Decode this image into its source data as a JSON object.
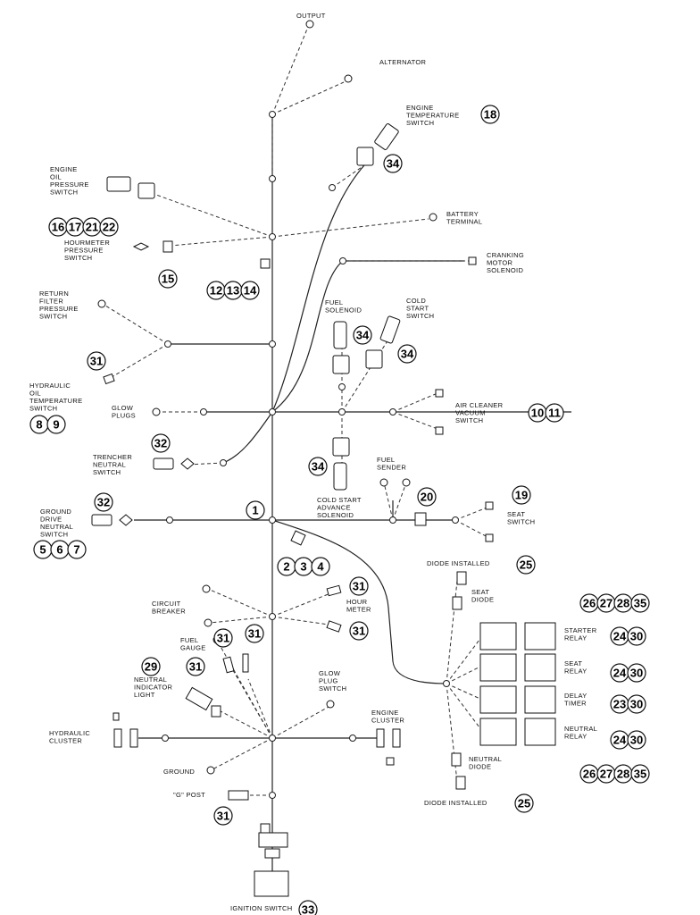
{
  "labels": [
    {
      "id": "output",
      "lines": [
        "OUTPUT"
      ]
    },
    {
      "id": "alternator",
      "lines": [
        "ALTERNATOR"
      ]
    },
    {
      "id": "engine_temp",
      "lines": [
        "ENGINE",
        "TEMPERATURE",
        "SWITCH"
      ]
    },
    {
      "id": "engine_oil",
      "lines": [
        "ENGINE",
        "OIL",
        "PRESSURE",
        "SWITCH"
      ]
    },
    {
      "id": "battery",
      "lines": [
        "BATTERY",
        "TERMINAL"
      ]
    },
    {
      "id": "hourmeter",
      "lines": [
        "HOURMETER",
        "PRESSURE",
        "SWITCH"
      ]
    },
    {
      "id": "cranking",
      "lines": [
        "CRANKING",
        "MOTOR",
        "SOLENOID"
      ]
    },
    {
      "id": "return_filter",
      "lines": [
        "RETURN",
        "FILTER",
        "PRESSURE",
        "SWITCH"
      ]
    },
    {
      "id": "fuel_solenoid",
      "lines": [
        "FUEL",
        "SOLENOID"
      ]
    },
    {
      "id": "cold_start",
      "lines": [
        "COLD",
        "START",
        "SWITCH"
      ]
    },
    {
      "id": "hydraulic_oil",
      "lines": [
        "HYDRAULIC",
        "OIL",
        "TEMPERATURE",
        "SWITCH"
      ]
    },
    {
      "id": "glow_plugs",
      "lines": [
        "GLOW",
        "PLUGS"
      ]
    },
    {
      "id": "air_cleaner",
      "lines": [
        "AIR CLEANER",
        "VACUUM",
        "SWITCH"
      ]
    },
    {
      "id": "trencher",
      "lines": [
        "TRENCHER",
        "NEUTRAL",
        "SWITCH"
      ]
    },
    {
      "id": "fuel_sender",
      "lines": [
        "FUEL",
        "SENDER"
      ]
    },
    {
      "id": "cold_start_adv",
      "lines": [
        "COLD START",
        "ADVANCE",
        "SOLENOID"
      ]
    },
    {
      "id": "ground_drive",
      "lines": [
        "GROUND",
        "DRIVE",
        "NEUTRAL",
        "SWITCH"
      ]
    },
    {
      "id": "seat_switch",
      "lines": [
        "SEAT",
        "SWITCH"
      ]
    },
    {
      "id": "diode_top",
      "lines": [
        "DIODE INSTALLED"
      ]
    },
    {
      "id": "seat_diode",
      "lines": [
        "SEAT",
        "DIODE"
      ]
    },
    {
      "id": "circuit_breaker",
      "lines": [
        "CIRCUIT",
        "BREAKER"
      ]
    },
    {
      "id": "hour_meter",
      "lines": [
        "HOUR",
        "METER"
      ]
    },
    {
      "id": "fuel_gauge",
      "lines": [
        "FUEL",
        "GAUGE"
      ]
    },
    {
      "id": "starter_relay",
      "lines": [
        "STARTER",
        "RELAY"
      ]
    },
    {
      "id": "neutral_light",
      "lines": [
        "NEUTRAL",
        "INDICATOR",
        "LIGHT"
      ]
    },
    {
      "id": "seat_relay",
      "lines": [
        "SEAT",
        "RELAY"
      ]
    },
    {
      "id": "glow_plug_switch",
      "lines": [
        "GLOW",
        "PLUG",
        "SWITCH"
      ]
    },
    {
      "id": "delay_timer",
      "lines": [
        "DELAY",
        "TIMER"
      ]
    },
    {
      "id": "hydraulic_cluster",
      "lines": [
        "HYDRAULIC",
        "CLUSTER"
      ]
    },
    {
      "id": "engine_cluster",
      "lines": [
        "ENGINE",
        "CLUSTER"
      ]
    },
    {
      "id": "neutral_relay",
      "lines": [
        "NEUTRAL",
        "RELAY"
      ]
    },
    {
      "id": "ground",
      "lines": [
        "GROUND"
      ]
    },
    {
      "id": "neutral_diode",
      "lines": [
        "NEUTRAL",
        "DIODE"
      ]
    },
    {
      "id": "g_post",
      "lines": [
        "\"G\" POST"
      ]
    },
    {
      "id": "diode_bottom",
      "lines": [
        "DIODE INSTALLED"
      ]
    },
    {
      "id": "ignition",
      "lines": [
        "IGNITION SWITCH"
      ]
    }
  ],
  "callouts": [
    {
      "id": "c18",
      "nums": [
        "18"
      ]
    },
    {
      "id": "c34a",
      "nums": [
        "34"
      ]
    },
    {
      "id": "c16",
      "nums": [
        "16",
        "17",
        "21",
        "22"
      ]
    },
    {
      "id": "c15",
      "nums": [
        "15"
      ]
    },
    {
      "id": "c12",
      "nums": [
        "12",
        "13",
        "14"
      ]
    },
    {
      "id": "c34b",
      "nums": [
        "34"
      ]
    },
    {
      "id": "c34c",
      "nums": [
        "34"
      ]
    },
    {
      "id": "c31a",
      "nums": [
        "31"
      ]
    },
    {
      "id": "c8",
      "nums": [
        "8",
        "9"
      ]
    },
    {
      "id": "c10",
      "nums": [
        "10",
        "11"
      ]
    },
    {
      "id": "c32a",
      "nums": [
        "32"
      ]
    },
    {
      "id": "c34d",
      "nums": [
        "34"
      ]
    },
    {
      "id": "c32b",
      "nums": [
        "32"
      ]
    },
    {
      "id": "c20",
      "nums": [
        "20"
      ]
    },
    {
      "id": "c19",
      "nums": [
        "19"
      ]
    },
    {
      "id": "c1",
      "nums": [
        "1"
      ]
    },
    {
      "id": "c5",
      "nums": [
        "5",
        "6",
        "7"
      ]
    },
    {
      "id": "c2",
      "nums": [
        "2",
        "3",
        "4"
      ]
    },
    {
      "id": "c25a",
      "nums": [
        "25"
      ]
    },
    {
      "id": "c31b",
      "nums": [
        "31"
      ]
    },
    {
      "id": "c26a",
      "nums": [
        "26",
        "27",
        "28",
        "35"
      ]
    },
    {
      "id": "c31c",
      "nums": [
        "31"
      ]
    },
    {
      "id": "c31d",
      "nums": [
        "31"
      ]
    },
    {
      "id": "c31e",
      "nums": [
        "31"
      ]
    },
    {
      "id": "c2430a",
      "nums": [
        "24",
        "30"
      ]
    },
    {
      "id": "c29",
      "nums": [
        "29"
      ]
    },
    {
      "id": "c31f",
      "nums": [
        "31"
      ]
    },
    {
      "id": "c2430b",
      "nums": [
        "24",
        "30"
      ]
    },
    {
      "id": "c2330",
      "nums": [
        "23",
        "30"
      ]
    },
    {
      "id": "c2430c",
      "nums": [
        "24",
        "30"
      ]
    },
    {
      "id": "c26b",
      "nums": [
        "26",
        "27",
        "28",
        "35"
      ]
    },
    {
      "id": "c25b",
      "nums": [
        "25"
      ]
    },
    {
      "id": "c31g",
      "nums": [
        "31"
      ]
    },
    {
      "id": "c33",
      "nums": [
        "33"
      ]
    }
  ]
}
